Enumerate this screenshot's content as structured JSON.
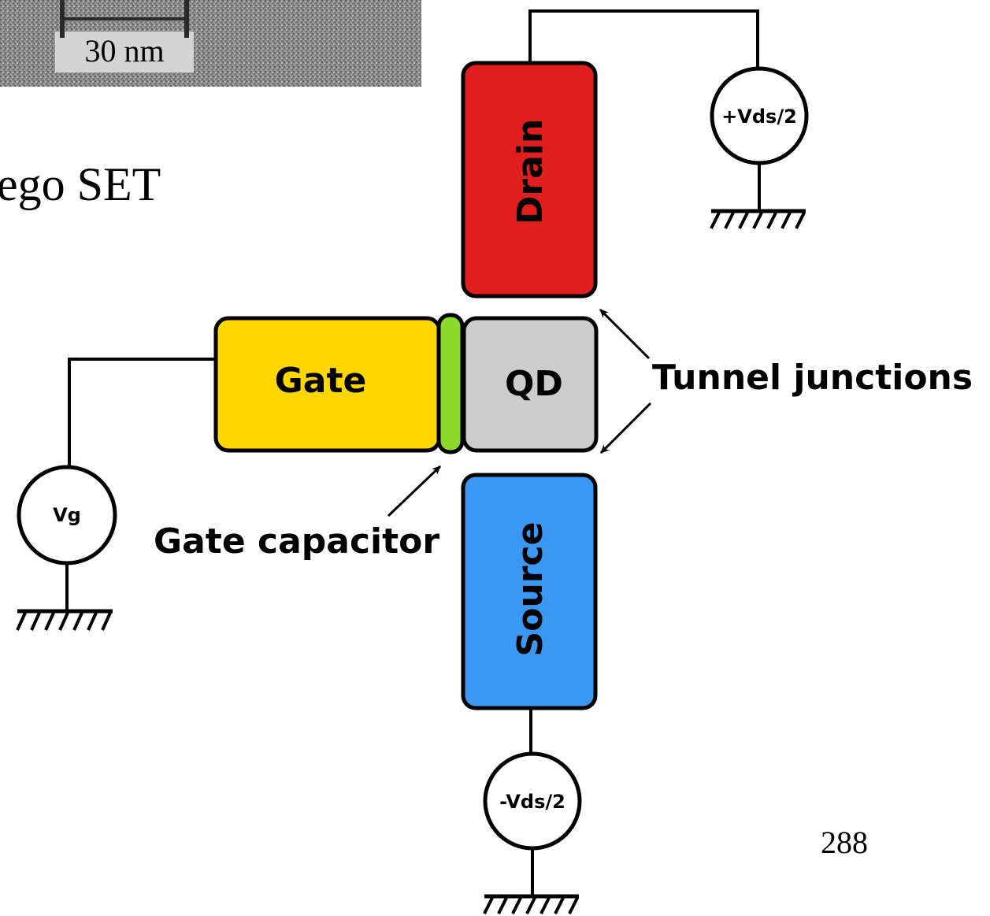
{
  "slide": {
    "title_fragment": "ego SET",
    "page_number": "288"
  },
  "micrograph": {
    "scale_label": "30 nm"
  },
  "diagram": {
    "components": {
      "drain": {
        "label": "Drain",
        "color": "#e01e1e"
      },
      "gate": {
        "label": "Gate",
        "color": "#ffd700"
      },
      "gate_capacitor": {
        "color": "#8bd92a"
      },
      "quantum_dot": {
        "label": "QD",
        "color": "#cccccc"
      },
      "source": {
        "label": "Source",
        "color": "#3a98f3"
      }
    },
    "sources": {
      "drain_voltage": "+Vds/2",
      "source_voltage": "-Vds/2",
      "gate_voltage": "Vg"
    },
    "annotations": {
      "tunnel_junctions": "Tunnel junctions",
      "gate_capacitor": "Gate capacitor"
    }
  }
}
